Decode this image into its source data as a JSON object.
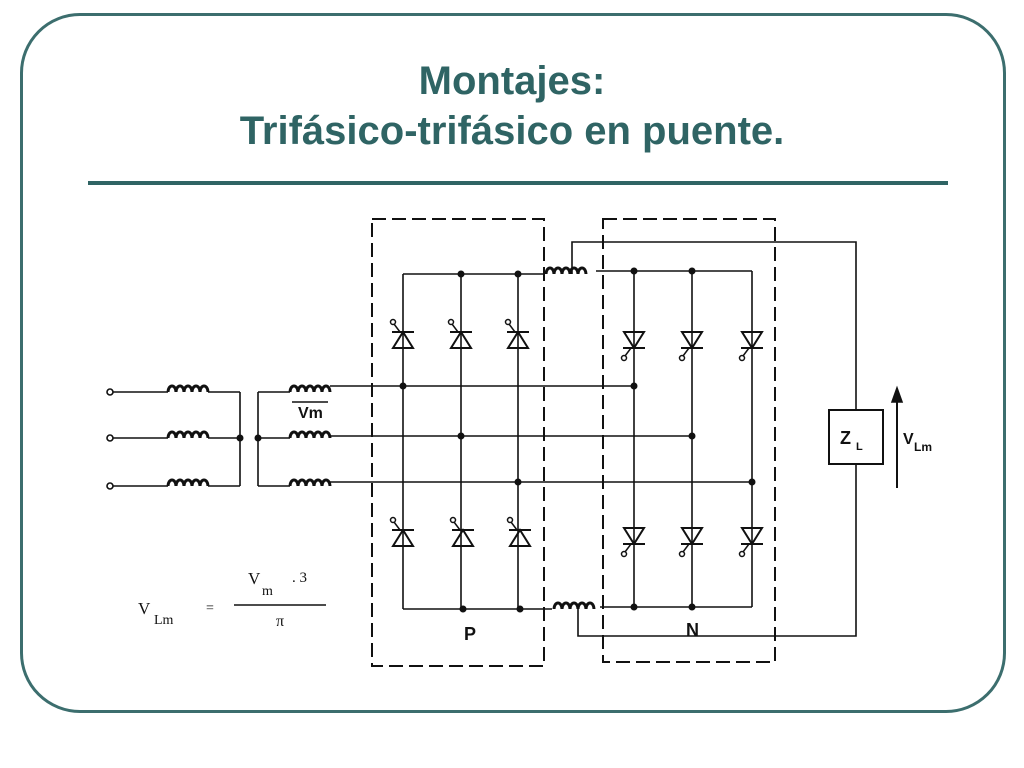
{
  "slide": {
    "title_line1": "Montajes:",
    "title_line2": "Trifásico-trifásico en puente."
  },
  "diagram": {
    "labels": {
      "group_p": "P",
      "group_n": "N",
      "load": "Z",
      "load_sub": "L",
      "output_voltage": "V",
      "output_voltage_sub": "Lm",
      "phase_voltage": "Vm"
    },
    "formula": {
      "lhs": "V",
      "lhs_sub": "Lm",
      "equals": "=",
      "num": "V",
      "num_sub": "m",
      "num_rest": ". 3",
      "den": "π"
    }
  }
}
